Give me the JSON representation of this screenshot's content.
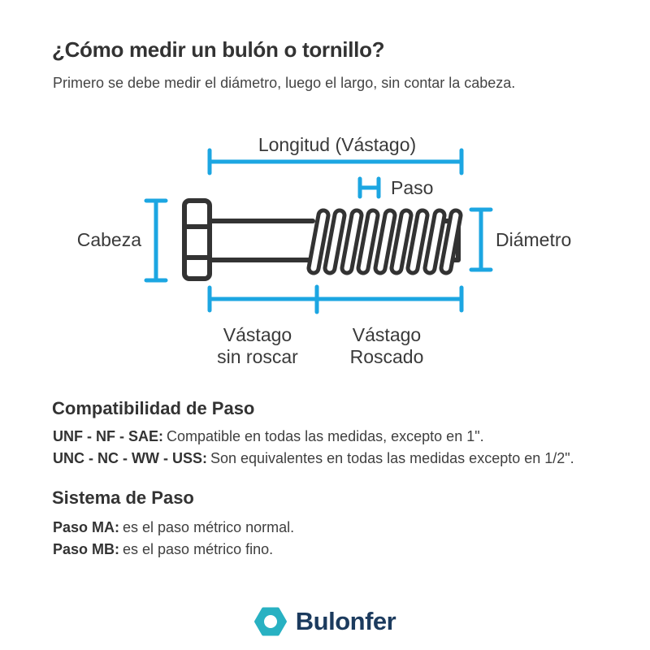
{
  "header": {
    "title": "¿Cómo medir un bulón o tornillo?",
    "subtitle": "Primero se debe medir el diámetro, luego el largo, sin contar la cabeza."
  },
  "diagram": {
    "length_label": "Longitud (Vástago)",
    "pitch_label": "Paso",
    "head_label": "Cabeza",
    "diameter_label": "Diámetro",
    "plain_shank_label_line1": "Vástago",
    "plain_shank_label_line2": "sin roscar",
    "threaded_shank_label_line1": "Vástago",
    "threaded_shank_label_line2": "Roscado",
    "colors": {
      "measure_blue": "#1CA6E2",
      "bolt_outline": "#333333"
    }
  },
  "sections": {
    "pitch_compatibility": {
      "heading": "Compatibilidad de Paso",
      "items": [
        {
          "term": "UNF - NF - SAE:",
          "description": "Compatible en todas las medidas, excepto en 1\"."
        },
        {
          "term": "UNC - NC - WW - USS:",
          "description": "Son equivalentes en todas las medidas excepto en 1/2\"."
        }
      ]
    },
    "pitch_system": {
      "heading": "Sistema de Paso",
      "items": [
        {
          "term": "Paso MA:",
          "description": "es el paso métrico normal."
        },
        {
          "term": "Paso MB:",
          "description": "es el paso métrico fino."
        }
      ]
    }
  },
  "footer": {
    "brand_name": "Bulonfer",
    "colors": {
      "icon_teal": "#28B1C2",
      "brand_navy": "#1C3B5E"
    }
  }
}
